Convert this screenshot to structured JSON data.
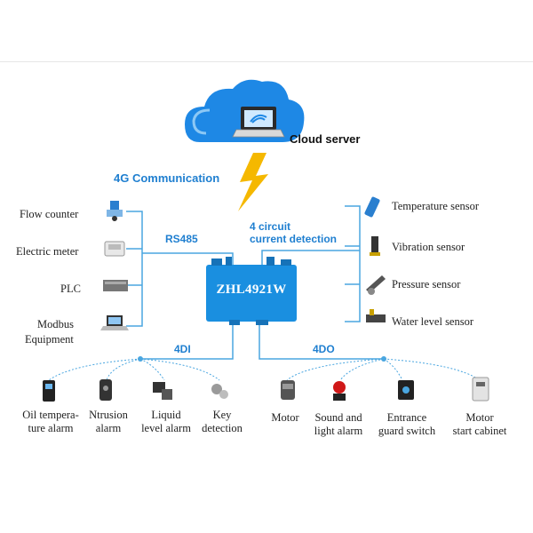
{
  "cloud": {
    "label": "Cloud server"
  },
  "comm": {
    "label": "4G Communication"
  },
  "device": {
    "label": "ZHL4921W"
  },
  "links": {
    "rs485": "RS485",
    "current_line1": "4 circuit",
    "current_line2": "current detection",
    "di": "4DI",
    "do": "4DO"
  },
  "left_items": [
    "Flow counter",
    "Electric meter",
    "PLC",
    "Modbus",
    "Equipment"
  ],
  "right_items": [
    "Temperature sensor",
    "Vibration sensor",
    "Pressure sensor",
    "Water level sensor"
  ],
  "di_items": [
    {
      "line1": "Oil tempera-",
      "line2": "ture alarm"
    },
    {
      "line1": "Ntrusion",
      "line2": "alarm"
    },
    {
      "line1": "Liquid",
      "line2": "level alarm"
    },
    {
      "line1": "Key",
      "line2": "detection"
    }
  ],
  "do_items": [
    {
      "line1": "Motor",
      "line2": ""
    },
    {
      "line1": "Sound and",
      "line2": "light alarm"
    },
    {
      "line1": "Entrance",
      "line2": "guard switch"
    },
    {
      "line1": "Motor",
      "line2": "start cabinet"
    }
  ],
  "colors": {
    "wire": "#4aa6e0",
    "accent": "#1f7fd0",
    "device": "#1a8fe0",
    "bolt": "#f5b800",
    "cloud": "#1e88e5"
  }
}
